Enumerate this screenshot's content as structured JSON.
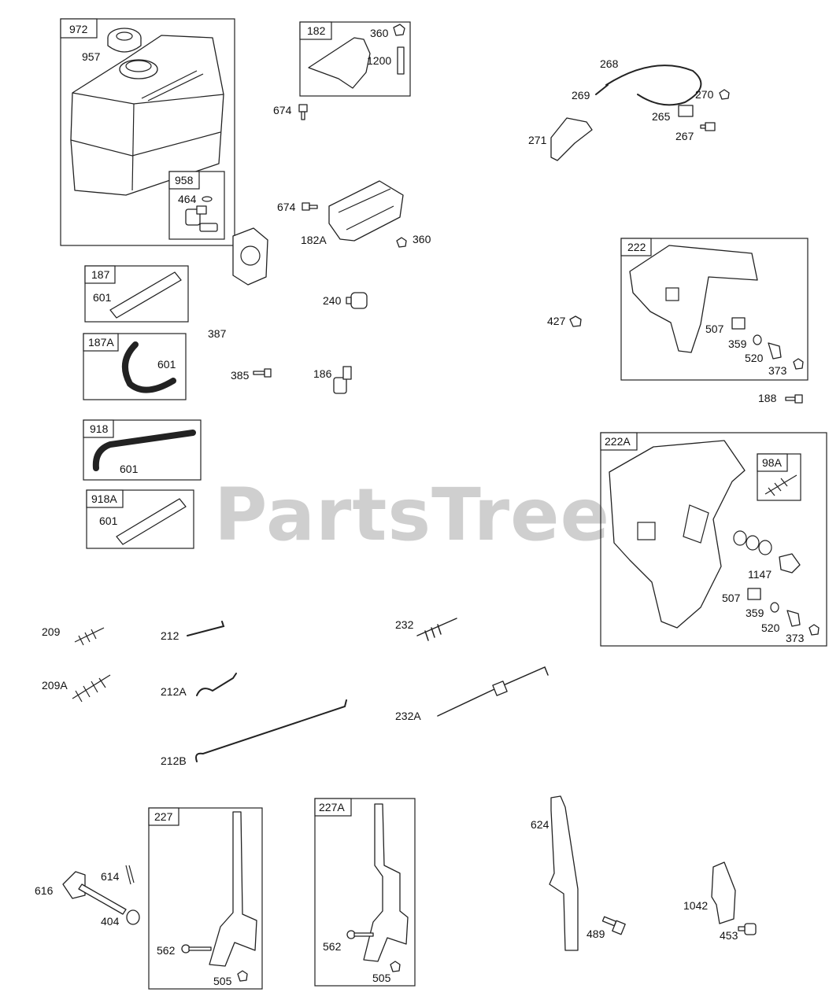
{
  "watermark": "PartsTree",
  "labels": {
    "l972": "972",
    "l957": "957",
    "l958": "958",
    "l464": "464",
    "l182": "182",
    "l360a": "360",
    "l1200": "1200",
    "l674a": "674",
    "l674b": "674",
    "l182A": "182A",
    "l360b": "360",
    "l268": "268",
    "l269": "269",
    "l270": "270",
    "l265": "265",
    "l267": "267",
    "l271": "271",
    "l187": "187",
    "l601a": "601",
    "l187A": "187A",
    "l601b": "601",
    "l918": "918",
    "l601c": "601",
    "l918A": "918A",
    "l601d": "601",
    "l387": "387",
    "l385": "385",
    "l240": "240",
    "l186": "186",
    "l427": "427",
    "l222": "222",
    "l507a": "507",
    "l359a": "359",
    "l520a": "520",
    "l373a": "373",
    "l188": "188",
    "l222A": "222A",
    "l98A": "98A",
    "l1147": "1147",
    "l507b": "507",
    "l359b": "359",
    "l520b": "520",
    "l373b": "373",
    "l209": "209",
    "l209A": "209A",
    "l212": "212",
    "l212A": "212A",
    "l212B": "212B",
    "l232": "232",
    "l232A": "232A",
    "l227": "227",
    "l562a": "562",
    "l505a": "505",
    "l227A": "227A",
    "l562b": "562",
    "l505b": "505",
    "l616": "616",
    "l614": "614",
    "l404": "404",
    "l624": "624",
    "l489": "489",
    "l1042": "1042",
    "l453": "453"
  }
}
